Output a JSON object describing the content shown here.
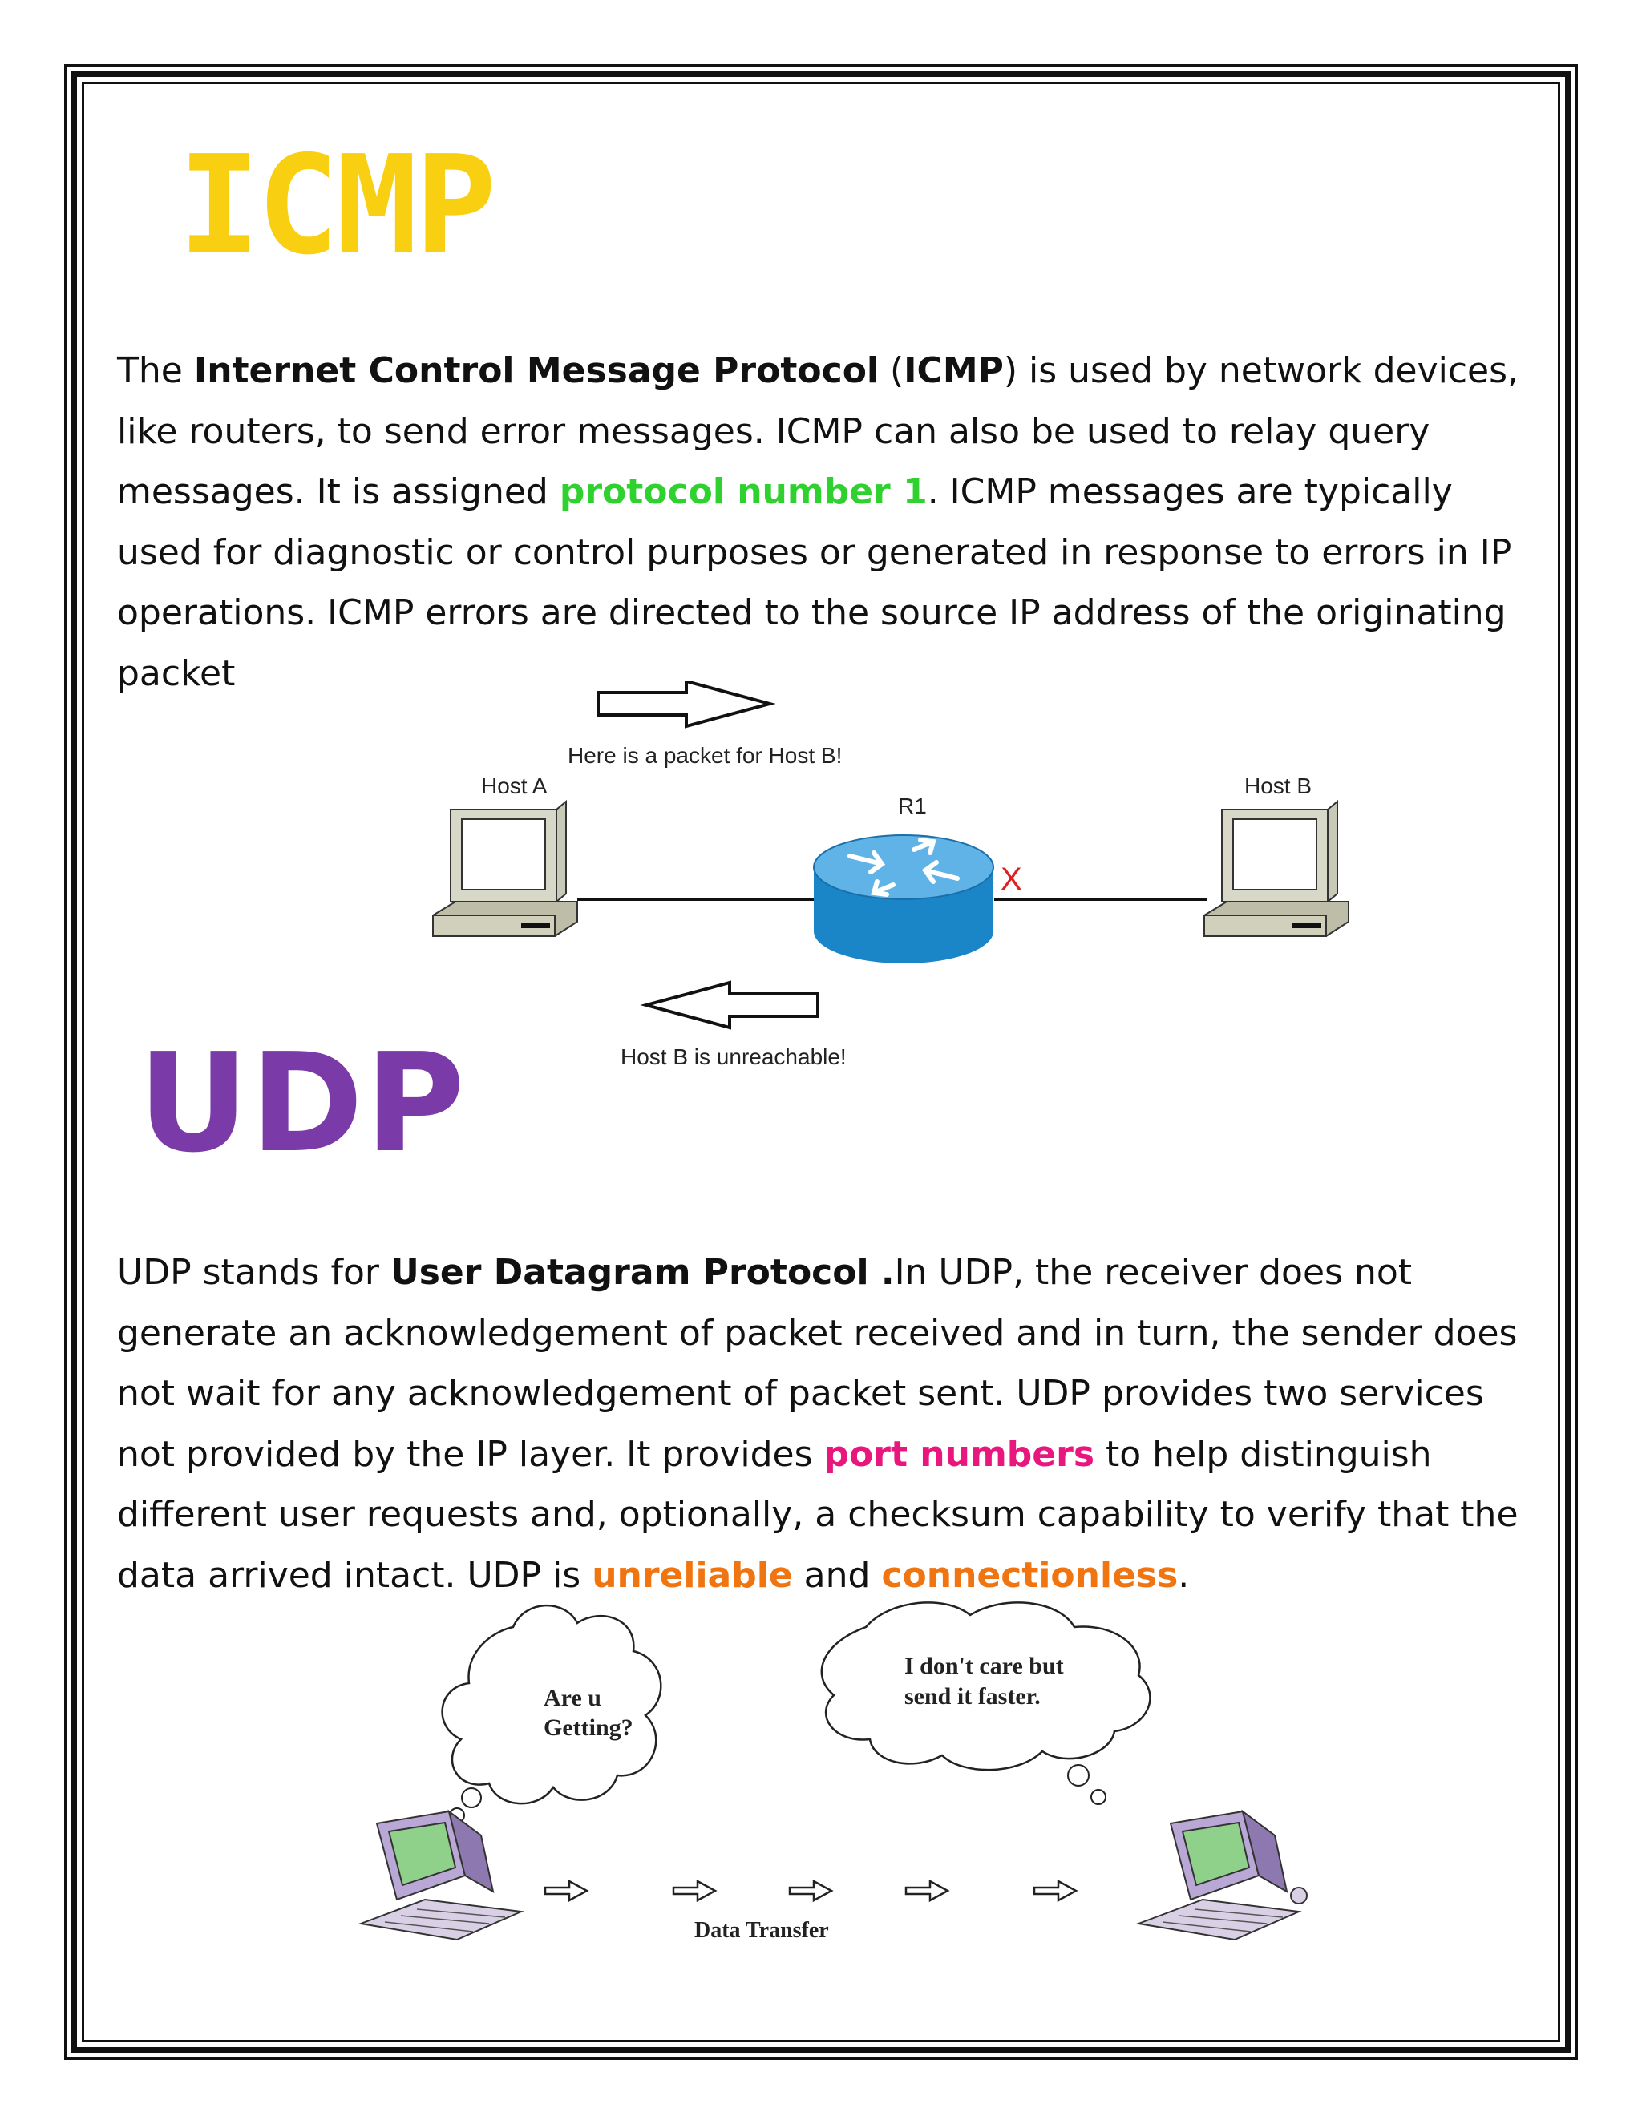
{
  "icmp": {
    "title": "ICMP",
    "para": {
      "s1": "The ",
      "b1": "Internet Control Message Protocol",
      "s2": " (",
      "b2": "ICMP",
      "s3": ") is used by network devices, like routers, to send error messages. ICMP can also be used to relay query messages. It is assigned ",
      "hl": "protocol number 1",
      "s4": ". ICMP messages are typically used for diagnostic or control purposes or generated in response to errors in IP operations. ICMP errors are directed to the source IP address of the originating packet"
    },
    "diagram": {
      "top_arrow_text": "Here is a packet for Host B!",
      "host_a": "Host A",
      "router": "R1",
      "host_b": "Host B",
      "x_mark": "X",
      "bottom_arrow_text": "Host B is unreachable!",
      "accent_x_color": "#e02020",
      "router_color": "#1f8fd0"
    }
  },
  "udp": {
    "title": "UDP",
    "para": {
      "s1": "UDP stands for ",
      "b1": "User Datagram Protocol .",
      "s2": "In UDP, the receiver does not generate an acknowledgement of packet received and in turn, the sender does not wait for any acknowledgement of packet sent. UDP provides two services not provided by the IP layer. It provides ",
      "hl1": "port numbers",
      "s3": " to help distinguish different user requests and, optionally, a checksum capability to verify that the data arrived intact. UDP is ",
      "hl2": "unreliable",
      "s4": " and ",
      "hl3": "connectionless",
      "s5": "."
    },
    "diagram": {
      "left_bubble_line1": "Are u",
      "left_bubble_line2": "Getting?",
      "right_bubble_line1": "I don't care but",
      "right_bubble_line2": "send it faster.",
      "transfer_label": "Data Transfer"
    }
  },
  "colors": {
    "icmp_title": "#f9cf12",
    "udp_title": "#7a3aa7",
    "green_highlight": "#2fd12f",
    "pink_highlight": "#e8177d",
    "orange_highlight": "#f07510"
  }
}
